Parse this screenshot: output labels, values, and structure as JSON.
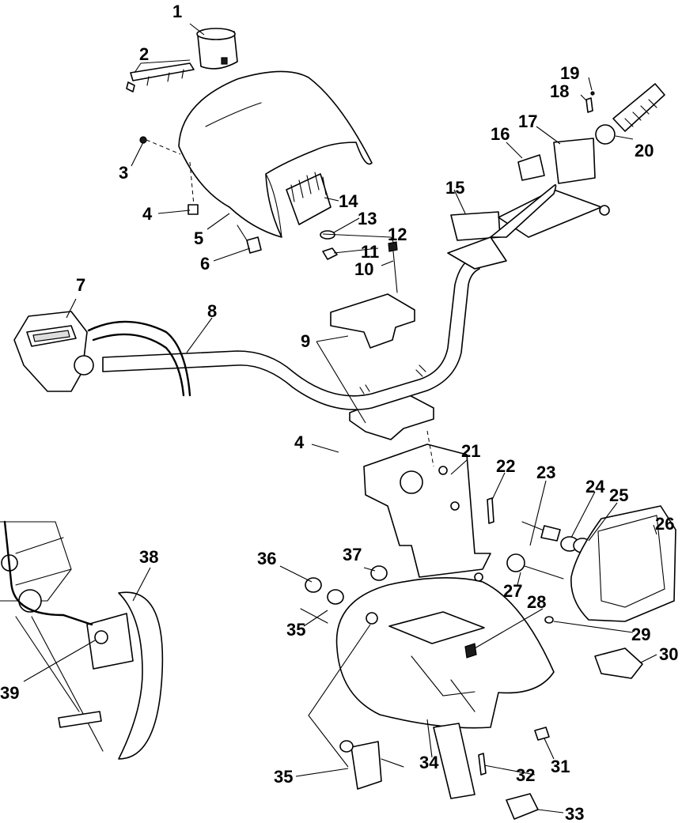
{
  "callouts": {
    "c1": "1",
    "c2": "2",
    "c3": "3",
    "c4a": "4",
    "c4b": "4",
    "c5": "5",
    "c6": "6",
    "c7": "7",
    "c8": "8",
    "c9": "9",
    "c10": "10",
    "c11": "11",
    "c12": "12",
    "c13": "13",
    "c14": "14",
    "c15": "15",
    "c16": "16",
    "c17": "17",
    "c18": "18",
    "c19": "19",
    "c20": "20",
    "c21": "21",
    "c22": "22",
    "c23": "23",
    "c24": "24",
    "c25": "25",
    "c26": "26",
    "c27": "27",
    "c28": "28",
    "c29": "29",
    "c30": "30",
    "c31": "31",
    "c32": "32",
    "c33": "33",
    "c34": "34",
    "c35a": "35",
    "c35b": "35",
    "c36": "36",
    "c37": "37",
    "c38": "38",
    "c39": "39"
  },
  "colors": {
    "line": "#000000",
    "paper": "#ffffff",
    "fill_dark": "#1a1a1a"
  }
}
